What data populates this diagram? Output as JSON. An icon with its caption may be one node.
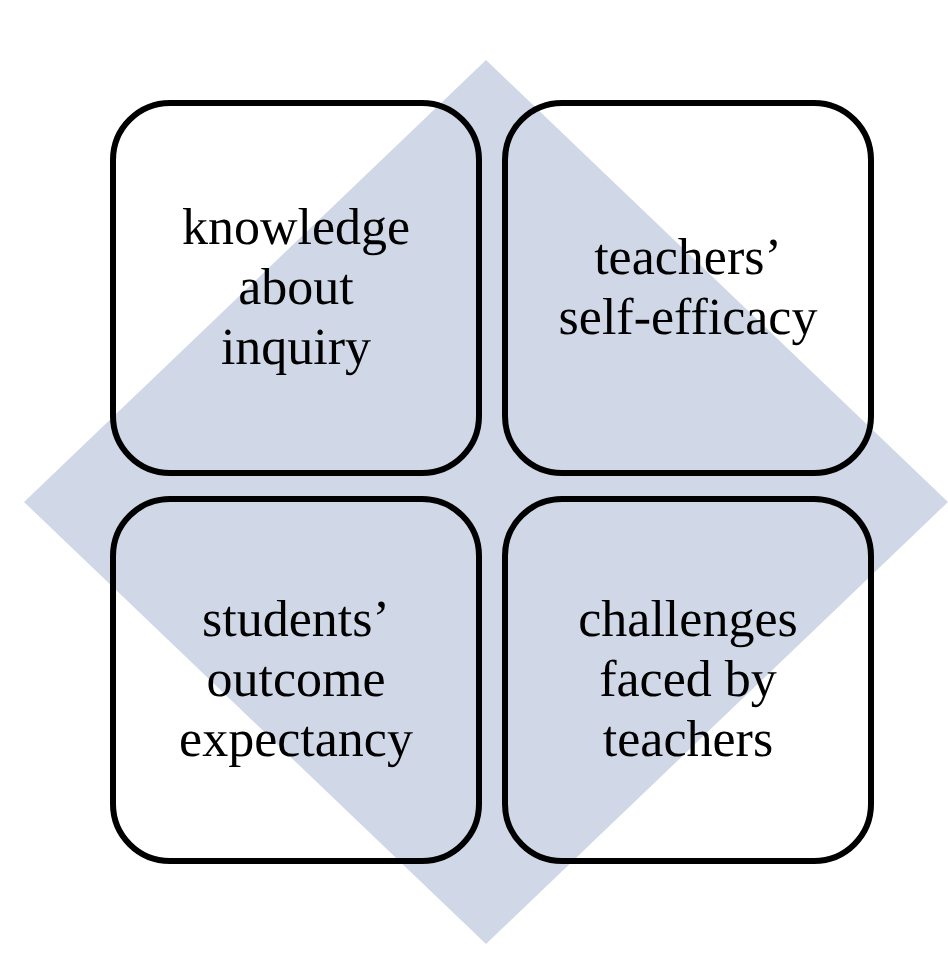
{
  "diagram": {
    "nodes": [
      {
        "text": [
          "knowledge about inquiry"
        ]
      },
      {
        "text": [
          "teachers’ self-efficacy"
        ]
      },
      {
        "text": [
          "students’ outcome expectancy"
        ]
      },
      {
        "text": [
          "challenges faced by teachers"
        ]
      }
    ]
  }
}
